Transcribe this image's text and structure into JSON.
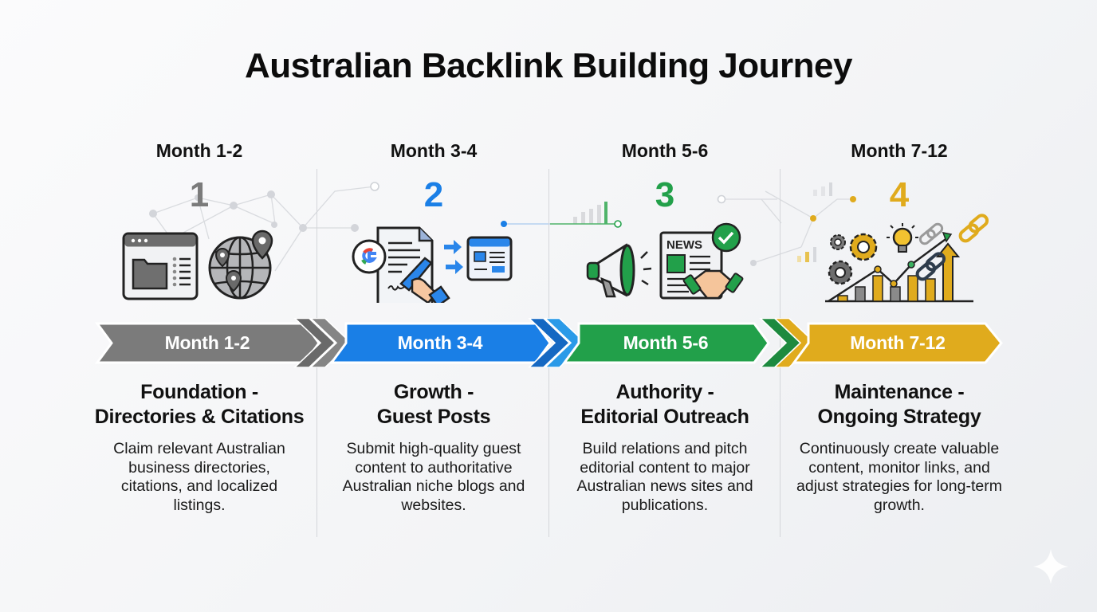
{
  "title": "Australian Backlink Building Journey",
  "colors": {
    "phase1": "#7b7b7b",
    "phase2": "#1a7fe6",
    "phase3": "#22a04a",
    "phase4": "#e0ab1d"
  },
  "phases": [
    {
      "month": "Month 1-2",
      "number": "1",
      "banner_label": "Month 1-2",
      "heading_line1": "Foundation -",
      "heading_line2": "Directories & Citations",
      "description": "Claim relevant Australian business directories, citations, and localized listings.",
      "icons": [
        "browser-folder-list-icon",
        "globe-location-pins-icon"
      ]
    },
    {
      "month": "Month 3-4",
      "number": "2",
      "banner_label": "Month 3-4",
      "heading_line1": "Growth -",
      "heading_line2": "Guest Posts",
      "description": "Submit high-quality guest content to authoritative Australian niche blogs and websites.",
      "icons": [
        "google-logo-icon",
        "document-pen-hand-icon",
        "arrow-right-icon",
        "website-layout-icon"
      ]
    },
    {
      "month": "Month 5-6",
      "number": "3",
      "banner_label": "Month 5-6",
      "heading_line1": "Authority -",
      "heading_line2": "Editorial Outreach",
      "description": "Build relations and pitch editorial content to major Australian news sites and publications.",
      "icons": [
        "megaphone-icon",
        "newspaper-icon",
        "verified-badge-icon",
        "handshake-icon"
      ],
      "newspaper_label": "NEWS"
    },
    {
      "month": "Month 7-12",
      "number": "4",
      "banner_label": "Month 7-12",
      "heading_line1": "Maintenance -",
      "heading_line2": "Ongoing Strategy",
      "description": "Continuously create valuable content, monitor links, and adjust strategies for long-term growth.",
      "icons": [
        "gears-icon",
        "lightbulb-icon",
        "chain-link-icon",
        "growth-chart-icon"
      ]
    }
  ]
}
